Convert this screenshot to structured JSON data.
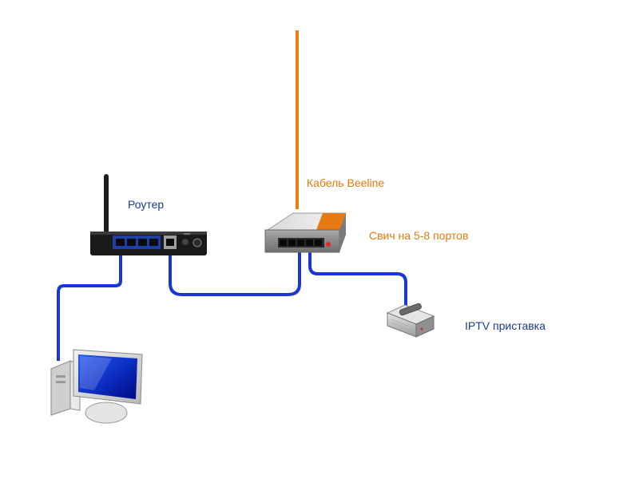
{
  "labels": {
    "router": "Роутер",
    "isp_cable": "Кабель Beeline",
    "switch": "Свич на 5-8 портов",
    "iptv": "IPTV приставка"
  },
  "colors": {
    "lan_cable": "#1a36d6",
    "isp_cable": "#f07c10",
    "label_blue": "#1a3c8c",
    "label_orange": "#e07a10"
  },
  "icons": {
    "router": "router-icon",
    "switch": "network-switch-icon",
    "iptv": "set-top-box-icon",
    "computer": "desktop-computer-icon"
  }
}
